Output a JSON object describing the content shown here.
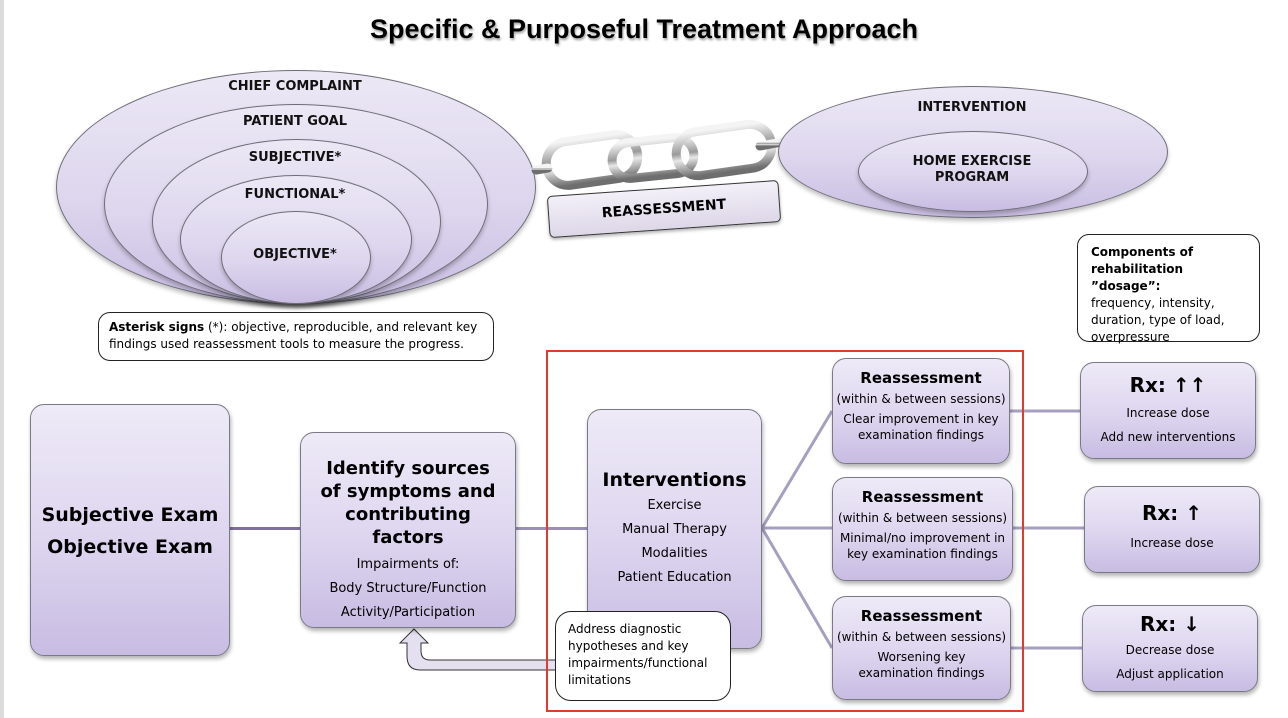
{
  "title": "Specific & Purposeful Treatment Approach",
  "nested_ellipses": {
    "labels": [
      "CHIEF COMPLAINT",
      "PATIENT GOAL",
      "SUBJECTIVE*",
      "FUNCTIONAL*",
      "OBJECTIVE*"
    ]
  },
  "chain_label": "REASSESSMENT",
  "intervention_ellipses": {
    "outer": "INTERVENTION",
    "inner_line1": "HOME EXERCISE",
    "inner_line2": "PROGRAM"
  },
  "asterisk_note": {
    "bold": "Asterisk signs",
    "text": " (*): objective, reproducible, and relevant key findings used reassessment tools to measure the progress."
  },
  "dosage_note": {
    "bold": "Components of rehabilitation ”dosage”:",
    "text": "frequency, intensity, duration, type of load, overpressure"
  },
  "exam_box": {
    "line1": "Subjective Exam",
    "line2": "Objective Exam"
  },
  "identify_box": {
    "title": "Identify sources of symptoms and contributing factors",
    "sub": "Impairments of:",
    "items": [
      "Body Structure/Function",
      "Activity/Participation"
    ]
  },
  "interventions_box": {
    "title": "Interventions",
    "items": [
      "Exercise",
      "Manual Therapy",
      "Modalities",
      "Patient Education"
    ]
  },
  "address_note": "Address diagnostic hypotheses and key impairments/functional limitations",
  "reassessments": [
    {
      "title": "Reassessment",
      "sub": "(within & between sessions)",
      "finding": "Clear improvement in key examination findings"
    },
    {
      "title": "Reassessment",
      "sub": "(within & between sessions)",
      "finding": "Minimal/no improvement in key examination findings"
    },
    {
      "title": "Reassessment",
      "sub": "(within & between sessions)",
      "finding": "Worsening key examination findings"
    }
  ],
  "rx": [
    {
      "title": "Rx: ↑↑",
      "lines": [
        "Increase dose",
        "Add new interventions"
      ]
    },
    {
      "title": "Rx: ↑",
      "lines": [
        "Increase dose"
      ]
    },
    {
      "title": "Rx: ↓",
      "lines": [
        "Decrease dose",
        "Adjust application"
      ]
    }
  ],
  "colors": {
    "highlight": "#e23a2e",
    "box_fill": "#ddd5ef",
    "connector": "#9a90b4"
  }
}
